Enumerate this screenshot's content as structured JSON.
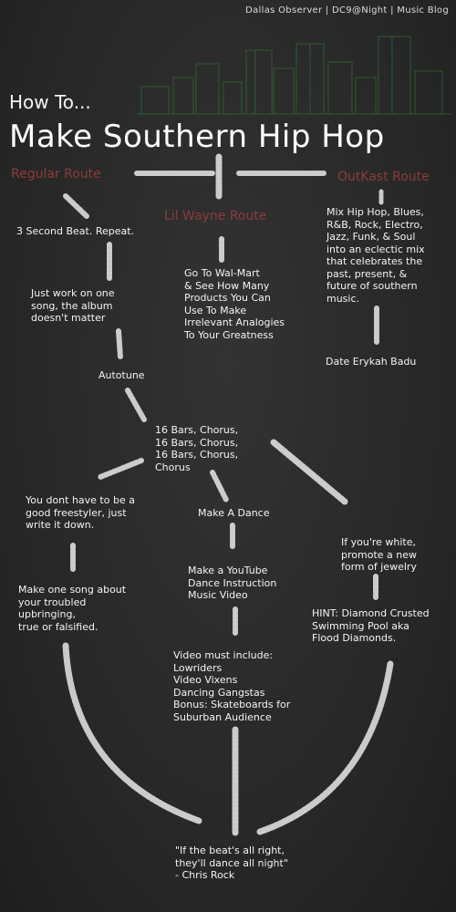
{
  "header": {
    "source": "Dallas Observer | DC9@Night | Music Blog"
  },
  "title": {
    "pre": "How To...",
    "main": "Make Southern Hip Hop"
  },
  "colors": {
    "background": "#2a2a2a",
    "chalk": "#f2f2f2",
    "route": "#8e3b3b",
    "skyline": "#2f6b33"
  },
  "routes": {
    "regular": "Regular Route",
    "lil_wayne": "Lil Wayne Route",
    "outkast": "OutKast Route"
  },
  "steps": {
    "regular_1": "3 Second Beat. Repeat.",
    "regular_2": "Just work on one\nsong, the album\ndoesn't matter",
    "regular_3": "Autotune",
    "lilwayne_1": "Go To Wal-Mart\n& See How Many\nProducts You Can\nUse To Make\nIrrelevant Analogies\nTo Your Greatness",
    "outkast_1": "Mix Hip Hop, Blues,\nR&B, Rock, Electro,\nJazz, Funk, & Soul\ninto  an eclectic mix\nthat celebrates the\npast, present, &\nfuture of southern\nmusic.",
    "outkast_2": "Date Erykah Badu",
    "merge": "16 Bars, Chorus,\n16 Bars, Chorus,\n16 Bars, Chorus,\nChorus",
    "left_1": "You dont have to be a\ngood freestyler, just\nwrite it down.",
    "left_2": "Make one song about\nyour troubled\nupbringing,\ntrue or falsified.",
    "mid_1": "Make A Dance",
    "mid_2": "Make a YouTube\nDance Instruction\nMusic Video",
    "mid_3": "Video must include:\nLowriders\nVideo Vixens\nDancing Gangstas\nBonus: Skateboards for\nSuburban Audience",
    "right_1": "If you're white,\npromote a new\nform of jewelry",
    "right_2": "HINT: Diamond Crusted\nSwimming Pool aka\nFlood Diamonds.",
    "quote": "\"If the beat's all right,\nthey'll dance all night\"\n- Chris Rock"
  }
}
